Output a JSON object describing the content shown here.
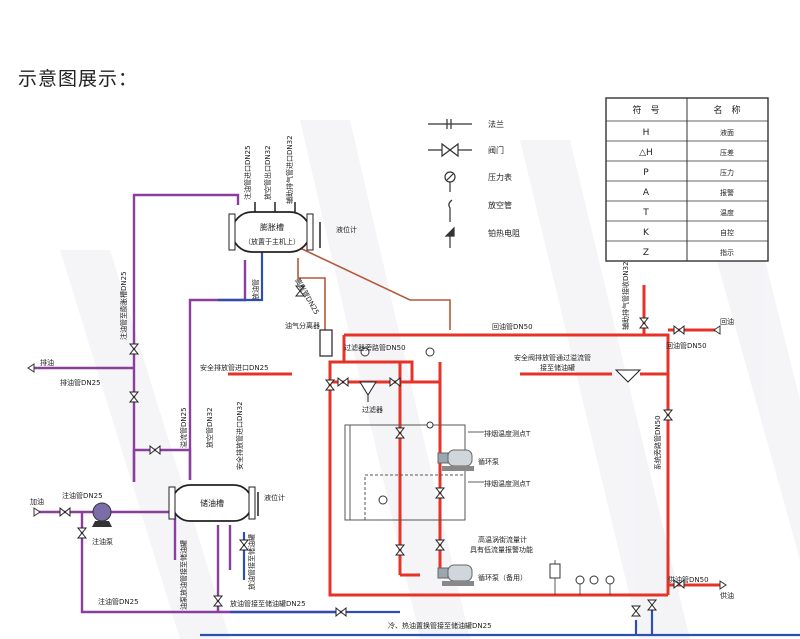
{
  "page_title": "示意图展示：",
  "legend": {
    "symbols": [
      "法兰",
      "阀门",
      "压力表",
      "放空管",
      "铂热电阻"
    ]
  },
  "symbol_table": {
    "header": [
      "符　号",
      "名　称"
    ],
    "rows": [
      {
        "sym": "H",
        "name": "液面"
      },
      {
        "sym": "△H",
        "name": "压差"
      },
      {
        "sym": "P",
        "name": "压力"
      },
      {
        "sym": "A",
        "name": "报警"
      },
      {
        "sym": "T",
        "name": "温度"
      },
      {
        "sym": "K",
        "name": "自控"
      },
      {
        "sym": "Z",
        "name": "指示"
      }
    ]
  },
  "components": {
    "expansion_tank": "膨胀槽",
    "expansion_tank_note": "（放置于主机上）",
    "level_gauge_top": "液位计",
    "storage_tank": "储油槽",
    "level_gauge_bottom": "液位计",
    "oil_gas_separator": "油气分离器",
    "filter": "过滤器",
    "circ_pump": "循环泵",
    "circ_pump_backup": "循环泵（备用）",
    "fill_pump": "注油泵",
    "flowmeter": "高温涡街流量计具有低流量报警功能"
  },
  "labels": {
    "fill_inlet_top": "注油管进口DN25",
    "vent_outlet": "放空管出口DN32",
    "aux_exhaust_inlet": "辅助排气管进口DN32",
    "fill_to_tank": "注油管至膨胀槽DN25",
    "drain": "排油",
    "drain_pipe": "排油管DN25",
    "expansion_pipe": "膨胀管DN25",
    "tank_drain": "放油管",
    "safety_vent_inlet": "安全排放管进口DN25",
    "overflow": "溢流管DN25",
    "vent_pipe": "放空管DN32",
    "safety_vent_inlet2": "安全排放管进口DN32",
    "fill_in": "加油",
    "fill_pipe": "注油管DN25",
    "fill_pipe_bottom": "注油管DN25",
    "drain_to_tank_v": "油泵放油管接至储油罐",
    "drain_to_tank_v2": "放油管接至储油罐",
    "drain_to_tank_h": "放油管接至储油罐DN25",
    "cold_hot_replace": "冷、热油置换管接至储油罐DN25",
    "filter_bypass": "过滤器旁路管DN50",
    "return_pipe": "回油管DN50",
    "return_pipe_r": "回油管DN50",
    "return_oil": "回油",
    "aux_exhaust_pipe": "辅助排气管接收DN32",
    "safety_valve_note": "安全阀排放管通过溢流管接至储油罐",
    "system_bypass": "系统旁路管DN50",
    "flue_temp_1": "排烟温度测点T",
    "flue_temp_2": "排烟温度测点T",
    "supply_pipe": "供油管DN50",
    "supply_oil": "供油"
  },
  "colors": {
    "red": "#e5332a",
    "purple": "#8a3f9e",
    "blue": "#2d4fb0",
    "brown": "#b35a3a",
    "line": "#333333"
  }
}
